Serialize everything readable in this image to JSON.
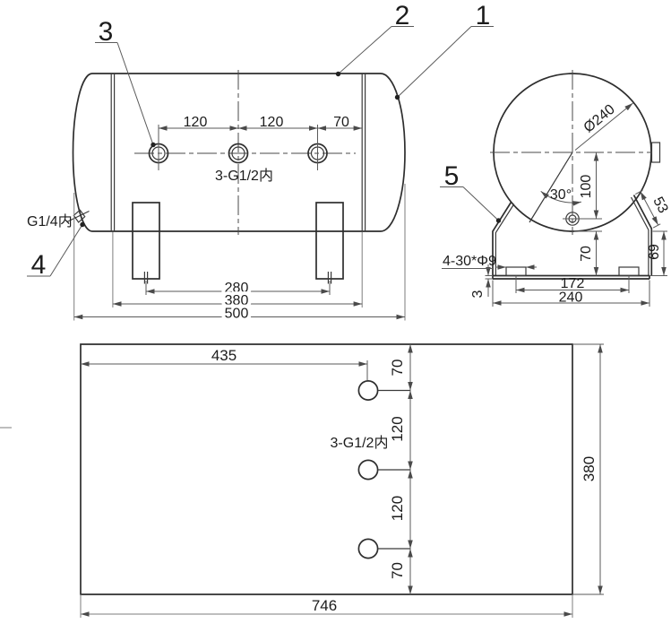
{
  "side_view": {
    "dim_port_spacing_left": "120",
    "dim_port_spacing_right": "120",
    "dim_port_to_seam": "70",
    "ports_label": "3-G1/2内",
    "drain_label": "G1/4内",
    "dim_leg_spacing": "280",
    "dim_seam_to_seam": "380",
    "dim_overall_length": "500",
    "callout_1": "1",
    "callout_2": "2",
    "callout_3": "3",
    "callout_4": "4"
  },
  "end_view": {
    "dim_diameter": "Ø240",
    "dim_port_angle": "30°",
    "dim_port_offset": "100",
    "dim_shell_to_base": "70",
    "dim_leg_vertical": "69",
    "dim_leg_diagonal": "53",
    "dim_slot_spacing": "172",
    "dim_base_width": "240",
    "dim_plate_thickness": "3",
    "slots_label": "4-30*Φ9",
    "callout_5": "5"
  },
  "flat_view": {
    "dim_port_from_edge": "435",
    "dim_edge_to_port": "70",
    "dim_port_spacing_upper": "120",
    "dim_port_spacing_lower": "120",
    "dim_port_to_edge": "70",
    "dim_plate_width": "380",
    "dim_plate_length": "746",
    "ports_label": "3-G1/2内"
  }
}
